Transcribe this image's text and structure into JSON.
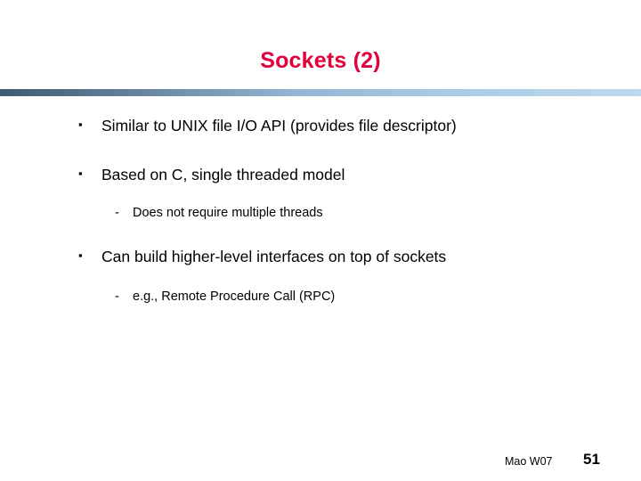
{
  "slide": {
    "title": "Sockets (2)",
    "accent_color": "#e1003c",
    "rule_color_left": "#3f5a72",
    "rule_color_right": "#bcd9ee",
    "bullets": [
      {
        "level": 1,
        "marker": "▪",
        "text": "Similar to UNIX file I/O API (provides file descriptor)"
      },
      {
        "level": 1,
        "marker": "▪",
        "text": "Based on C, single threaded model"
      },
      {
        "level": 2,
        "marker": "-",
        "text": "Does not require multiple threads"
      },
      {
        "level": 1,
        "marker": "▪",
        "text": "Can build higher-level interfaces on top of sockets"
      },
      {
        "level": 2,
        "marker": "-",
        "text": "e.g., Remote Procedure Call (RPC)"
      }
    ],
    "footer": {
      "author": "Mao W07",
      "page_number": "51"
    }
  }
}
